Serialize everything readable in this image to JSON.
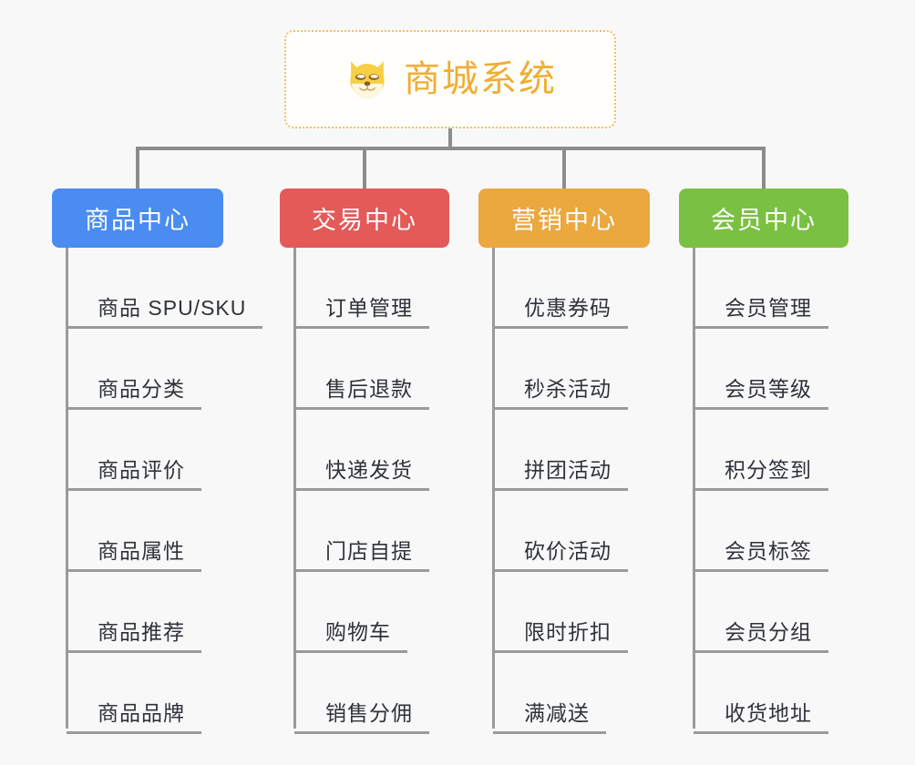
{
  "canvas": {
    "background": "#f8f8f9",
    "line_color": "#8c8c8c"
  },
  "root": {
    "title": "商城系统",
    "icon": "shiba-dog-face-icon",
    "text_color": "#f0ad33",
    "border_color": "#f0c060"
  },
  "branches": [
    {
      "label": "商品中心",
      "color": "#4a8cf0",
      "items": [
        {
          "label": "商品 SPU/SKU"
        },
        {
          "label": "商品分类"
        },
        {
          "label": "商品评价"
        },
        {
          "label": "商品属性"
        },
        {
          "label": "商品推荐"
        },
        {
          "label": "商品品牌"
        }
      ]
    },
    {
      "label": "交易中心",
      "color": "#e35a58",
      "items": [
        {
          "label": "订单管理"
        },
        {
          "label": "售后退款"
        },
        {
          "label": "快递发货"
        },
        {
          "label": "门店自提"
        },
        {
          "label": "购物车"
        },
        {
          "label": "销售分佣"
        }
      ]
    },
    {
      "label": "营销中心",
      "color": "#eaa83f",
      "items": [
        {
          "label": "优惠券码"
        },
        {
          "label": "秒杀活动"
        },
        {
          "label": "拼团活动"
        },
        {
          "label": "砍价活动"
        },
        {
          "label": "限时折扣"
        },
        {
          "label": "满减送"
        }
      ]
    },
    {
      "label": "会员中心",
      "color": "#7ac143",
      "items": [
        {
          "label": "会员管理"
        },
        {
          "label": "会员等级"
        },
        {
          "label": "积分签到"
        },
        {
          "label": "会员标签"
        },
        {
          "label": "会员分组"
        },
        {
          "label": "收货地址"
        }
      ]
    }
  ]
}
